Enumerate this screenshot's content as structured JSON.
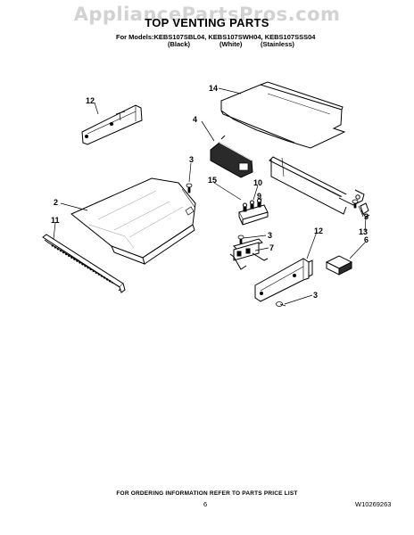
{
  "watermark": "AppliancePartsPros.com",
  "header": {
    "title": "TOP VENTING PARTS",
    "models": "For Models:KEBS107SBL04, KEBS107SWH04, KEBS107SSS04",
    "finishes": [
      "(Black)",
      "(White)",
      "(Stainless)"
    ]
  },
  "callouts": {
    "c14": "14",
    "c12_top": "12",
    "c4": "4",
    "c3_left": "3",
    "c2": "2",
    "c11": "11",
    "c15": "15",
    "c10": "10",
    "c9": "9",
    "c3_right": "3",
    "c13": "13",
    "c6": "6",
    "c3_mid": "3",
    "c7": "7",
    "c12_bottom": "12",
    "c3_bottom": "3"
  },
  "footer": {
    "note": "FOR ORDERING INFORMATION REFER TO PARTS PRICE LIST",
    "page": "6",
    "code": "W10269263"
  }
}
